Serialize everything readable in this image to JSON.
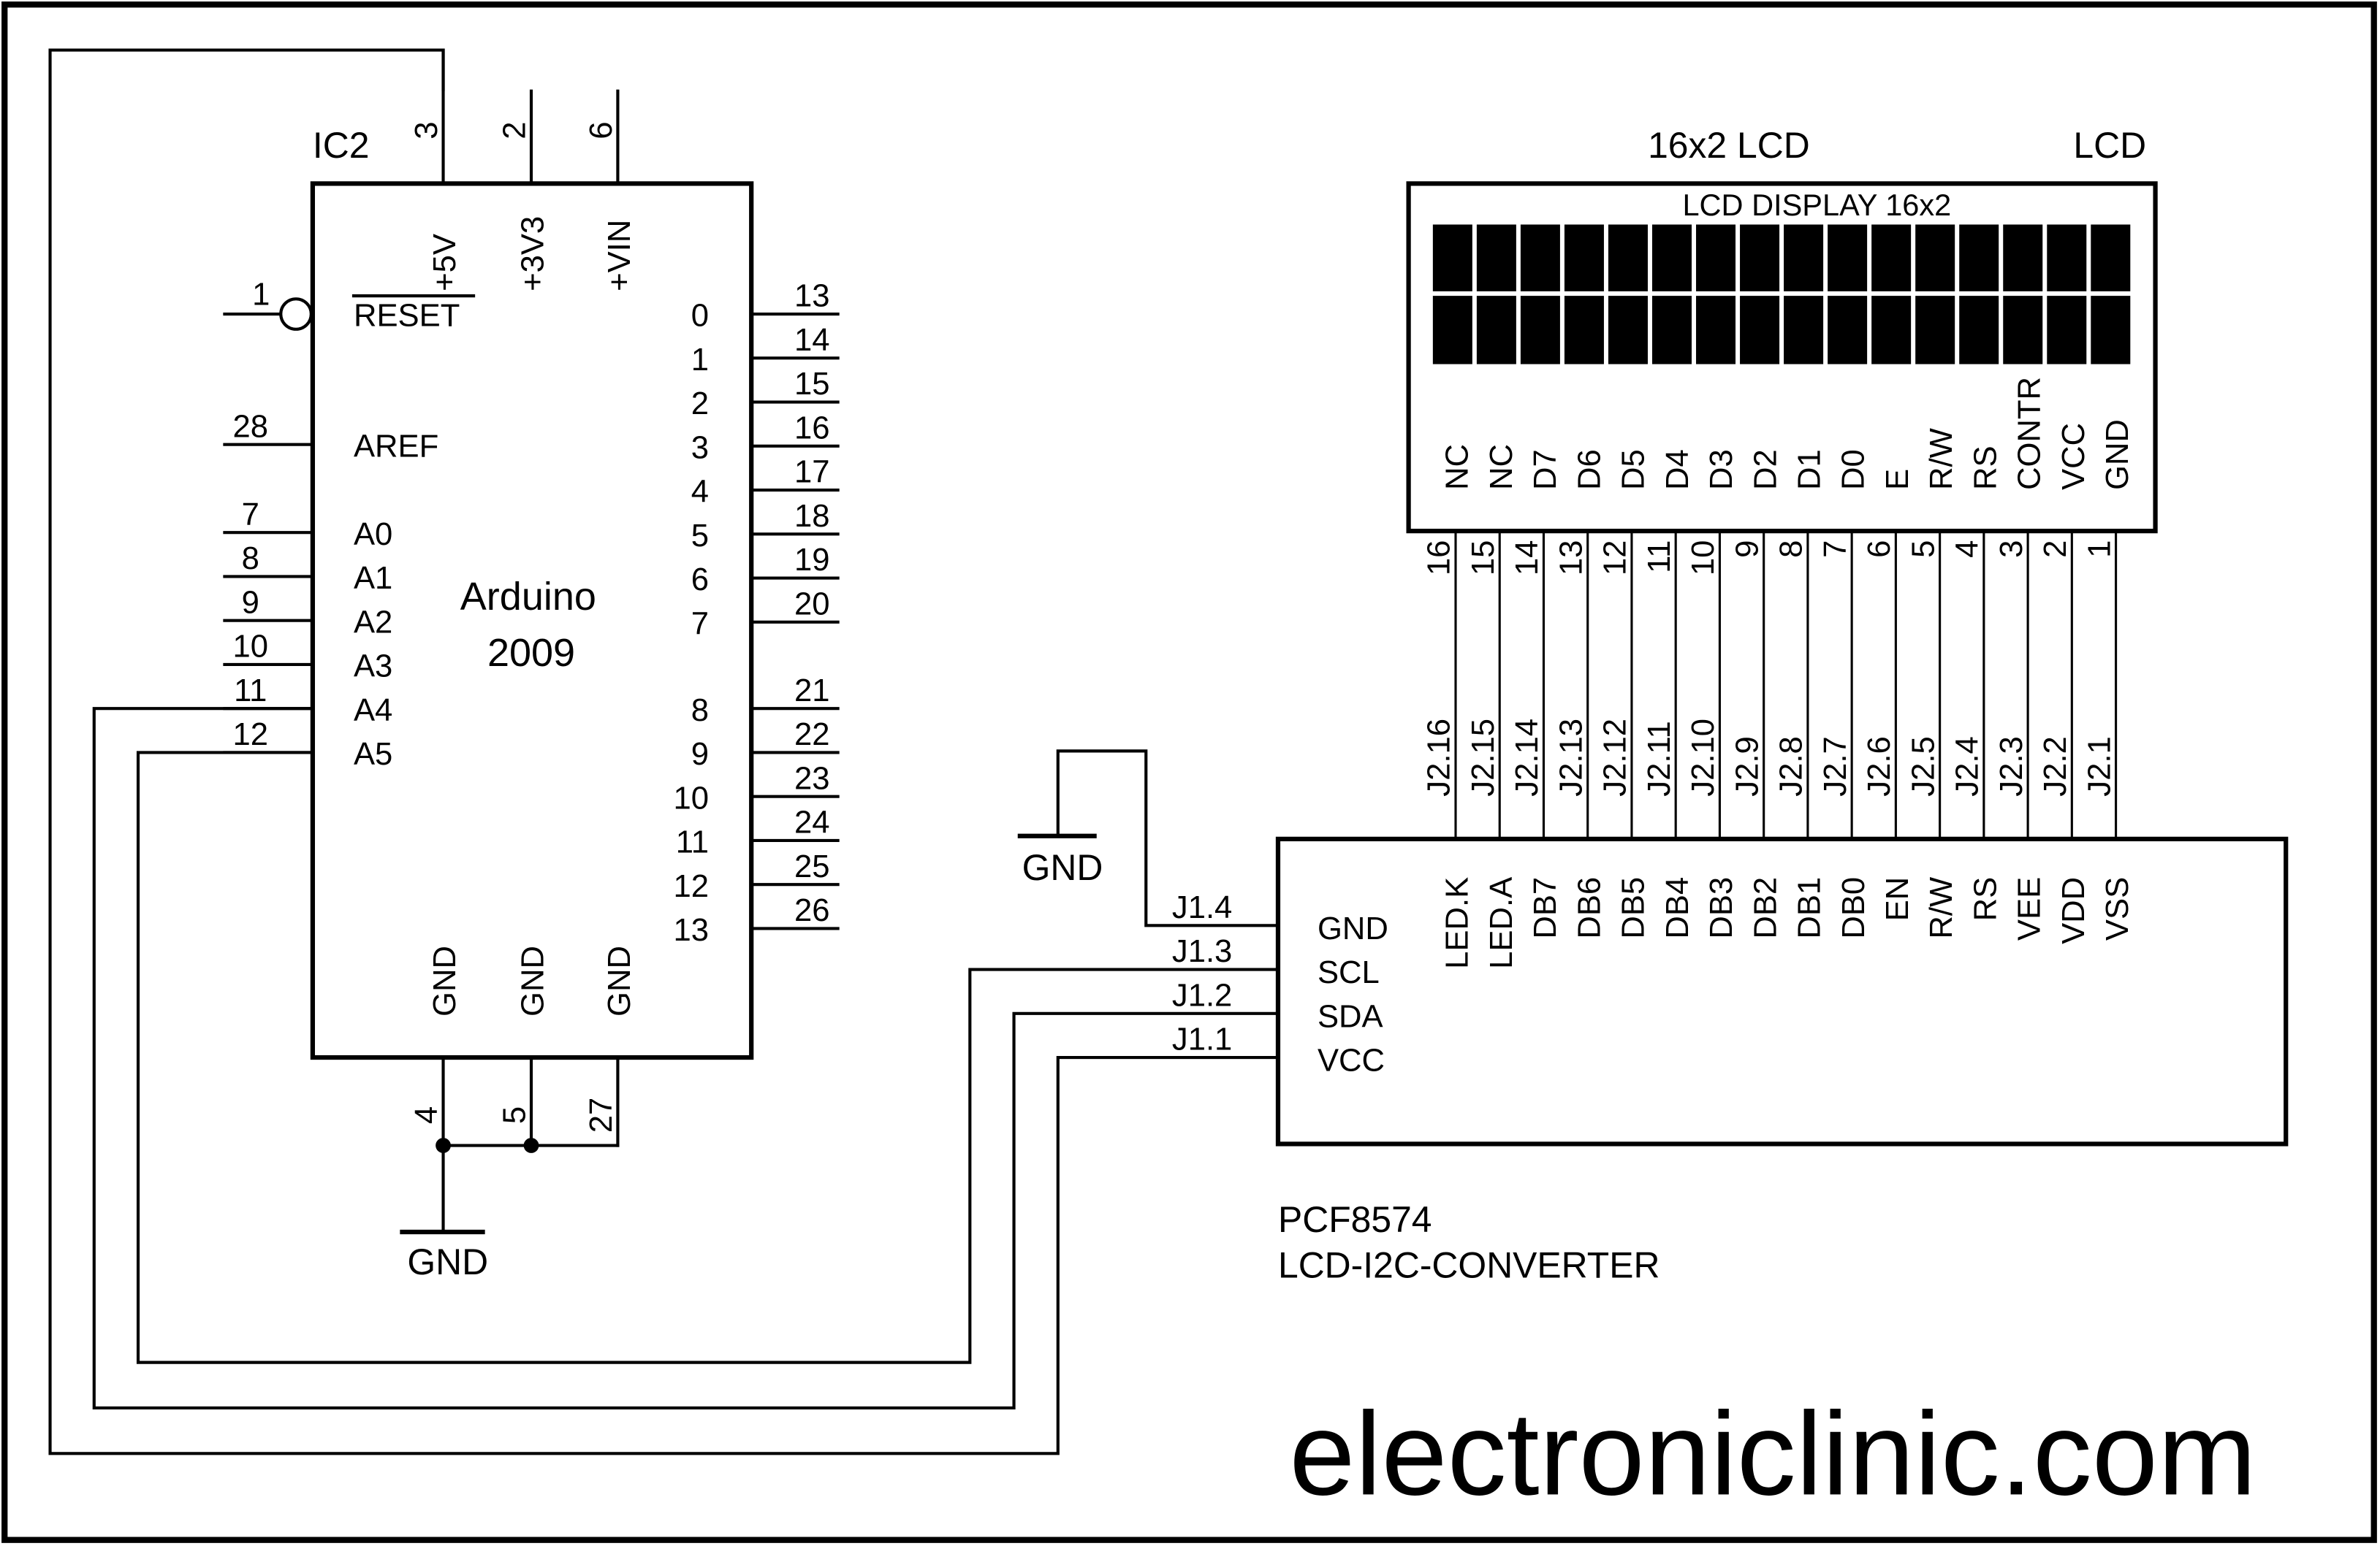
{
  "arduino": {
    "ref": "IC2",
    "name_line1": "Arduino",
    "name_line2": "2009",
    "top_pins": [
      {
        "num": "3",
        "label": "+5V"
      },
      {
        "num": "2",
        "label": "+3V3"
      },
      {
        "num": "6",
        "label": "+VIN"
      }
    ],
    "reset": {
      "num": "1",
      "label": "RESET"
    },
    "left_pins": [
      {
        "num": "28",
        "label": "AREF"
      },
      {
        "num": "7",
        "label": "A0"
      },
      {
        "num": "8",
        "label": "A1"
      },
      {
        "num": "9",
        "label": "A2"
      },
      {
        "num": "10",
        "label": "A3"
      },
      {
        "num": "11",
        "label": "A4"
      },
      {
        "num": "12",
        "label": "A5"
      }
    ],
    "right_pins": [
      {
        "num": "13",
        "label": "0"
      },
      {
        "num": "14",
        "label": "1"
      },
      {
        "num": "15",
        "label": "2"
      },
      {
        "num": "16",
        "label": "3"
      },
      {
        "num": "17",
        "label": "4"
      },
      {
        "num": "18",
        "label": "5"
      },
      {
        "num": "19",
        "label": "6"
      },
      {
        "num": "20",
        "label": "7"
      },
      {
        "num": "21",
        "label": "8"
      },
      {
        "num": "22",
        "label": "9"
      },
      {
        "num": "23",
        "label": "10"
      },
      {
        "num": "24",
        "label": "11"
      },
      {
        "num": "25",
        "label": "12"
      },
      {
        "num": "26",
        "label": "13"
      }
    ],
    "bottom_pins": [
      {
        "num": "4",
        "label": "GND"
      },
      {
        "num": "5",
        "label": "GND"
      },
      {
        "num": "27",
        "label": "GND"
      }
    ],
    "ground_label": "GND"
  },
  "lcd": {
    "title": "16x2 LCD",
    "ref": "LCD",
    "display_label": "LCD DISPLAY 16x2",
    "pins": [
      {
        "num": "16",
        "label": "NC",
        "conn": "J2.16",
        "conv": "LED.K"
      },
      {
        "num": "15",
        "label": "NC",
        "conn": "J2.15",
        "conv": "LED.A"
      },
      {
        "num": "14",
        "label": "D7",
        "conn": "J2.14",
        "conv": "DB7"
      },
      {
        "num": "13",
        "label": "D6",
        "conn": "J2.13",
        "conv": "DB6"
      },
      {
        "num": "12",
        "label": "D5",
        "conn": "J2.12",
        "conv": "DB5"
      },
      {
        "num": "11",
        "label": "D4",
        "conn": "J2.11",
        "conv": "DB4"
      },
      {
        "num": "10",
        "label": "D3",
        "conn": "J2.10",
        "conv": "DB3"
      },
      {
        "num": "9",
        "label": "D2",
        "conn": "J2.9",
        "conv": "DB2"
      },
      {
        "num": "8",
        "label": "D1",
        "conn": "J2.8",
        "conv": "DB1"
      },
      {
        "num": "7",
        "label": "D0",
        "conn": "J2.7",
        "conv": "DB0"
      },
      {
        "num": "6",
        "label": "E",
        "conn": "J2.6",
        "conv": "EN"
      },
      {
        "num": "5",
        "label": "R/W",
        "conn": "J2.5",
        "conv": "R/W"
      },
      {
        "num": "4",
        "label": "RS",
        "conn": "J2.4",
        "conv": "RS"
      },
      {
        "num": "3",
        "label": "CONTR",
        "conn": "J2.3",
        "conv": "VEE"
      },
      {
        "num": "2",
        "label": "VCC",
        "conn": "J2.2",
        "conv": "VDD"
      },
      {
        "num": "1",
        "label": "GND",
        "conn": "J2.1",
        "conv": "VSS"
      }
    ]
  },
  "converter": {
    "name": "PCF8574",
    "desc": "LCD-I2C-CONVERTER",
    "i2c_pins": [
      {
        "conn": "J1.4",
        "label": "GND"
      },
      {
        "conn": "J1.3",
        "label": "SCL"
      },
      {
        "conn": "J1.2",
        "label": "SDA"
      },
      {
        "conn": "J1.1",
        "label": "VCC"
      }
    ],
    "ground_label": "GND"
  },
  "watermark": "electroniclinic.com"
}
